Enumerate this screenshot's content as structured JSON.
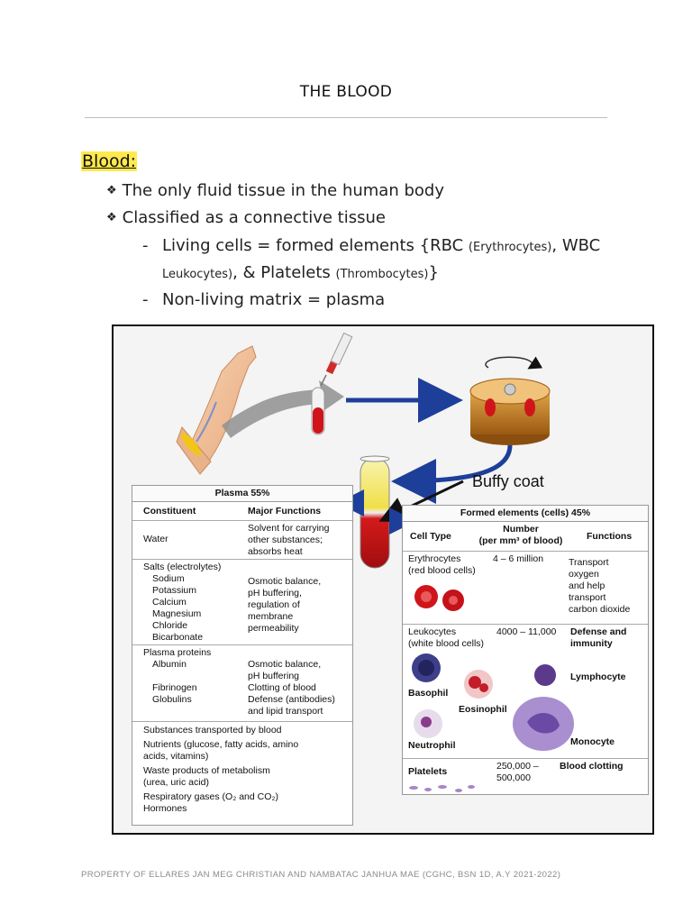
{
  "title": "THE BLOOD",
  "heading": "Blood:",
  "bullets": [
    "The only fluid tissue in the human body",
    "Classified as a connective tissue"
  ],
  "bullet_mark": "❖",
  "sub": {
    "s1_a": "Living cells = formed elements {RBC ",
    "s1_b": "(Erythrocytes)",
    "s1_c": ", WBC",
    "s2_a": "Leukocytes)",
    "s2_b": ", & Platelets ",
    "s2_c": "(Thrombocytes)",
    "s2_d": "}",
    "s3": "Non-living matrix = plasma"
  },
  "figure": {
    "buffy_coat": "Buffy coat",
    "plasma": {
      "title": "Plasma 55%",
      "col1": "Constituent",
      "col2": "Major Functions",
      "water": "Water",
      "water_fn": [
        "Solvent for carrying",
        "other substances;",
        "absorbs heat"
      ],
      "salts": "Salts (electrolytes)",
      "salts_list": [
        "Sodium",
        "Potassium",
        "Calcium",
        "Magnesium",
        "Chloride",
        "Bicarbonate"
      ],
      "salts_fn": [
        "Osmotic balance,",
        "pH buffering,",
        "regulation of",
        "membrane",
        "permeability"
      ],
      "proteins": "Plasma proteins",
      "albumin": "Albumin",
      "albumin_fn": [
        "Osmotic balance,",
        "pH buffering"
      ],
      "fibrinogen": "Fibrinogen",
      "fibrinogen_fn": "Clotting of blood",
      "globulins": "Globulins",
      "globulins_fn": [
        "Defense (antibodies)",
        "and lipid transport"
      ],
      "transported": "Substances transported by blood",
      "nutrients": [
        "Nutrients (glucose, fatty acids, amino",
        "acids, vitamins)"
      ],
      "waste": [
        "Waste products of metabolism",
        "(urea, uric acid)"
      ],
      "gases": "Respiratory gases (O₂ and CO₂)",
      "hormones": "Hormones"
    },
    "formed": {
      "title": "Formed elements (cells) 45%",
      "col1": "Cell Type",
      "col2_a": "Number",
      "col2_b": "(per mm³ of blood)",
      "col3": "Functions",
      "ery": [
        "Erythrocytes",
        "(red blood cells)"
      ],
      "ery_num": "4 – 6 million",
      "ery_fn": [
        "Transport",
        "oxygen",
        "and help",
        "transport",
        "carbon dioxide"
      ],
      "leu": [
        "Leukocytes",
        "(white blood cells)"
      ],
      "leu_num": "4000 – 11,000",
      "leu_fn": [
        "Defense and",
        "immunity"
      ],
      "lymphocyte": "Lymphocyte",
      "basophil": "Basophil",
      "eosinophil": "Eosinophil",
      "neutrophil": "Neutrophil",
      "monocyte": "Monocyte",
      "platelets": "Platelets",
      "plat_num": [
        "250,000 –",
        "500,000"
      ],
      "plat_fn": "Blood clotting"
    }
  },
  "footer": "PROPERTY OF ELLARES JAN MEG CHRISTIAN AND NAMBATAC JANHUA MAE (CGHC, BSN 1D, A.Y 2021-2022)",
  "colors": {
    "highlight": "#ffe94d",
    "arrow_blue": "#1d3f9a",
    "blood_red": "#c8141a"
  }
}
